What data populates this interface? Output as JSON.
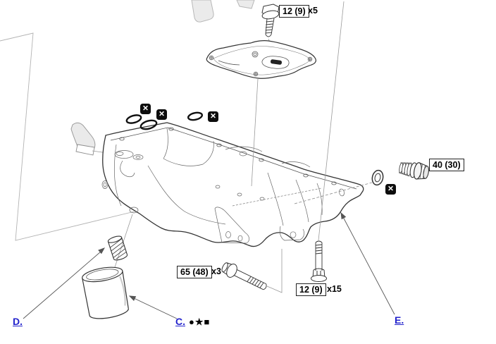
{
  "callouts": {
    "top_bolt": {
      "torque": "12 (9)",
      "qty": "x5"
    },
    "drain_plug": {
      "torque": "40 (30)",
      "qty": ""
    },
    "long_bolt": {
      "torque": "65 (48)",
      "qty": "x3"
    },
    "side_bolt": {
      "torque": "12 (9)",
      "qty": "x15"
    }
  },
  "links": {
    "d": "D.",
    "c": "C.",
    "e": "E."
  },
  "c_note_symbols": "●★■",
  "x_marker_glyph": "✕",
  "colors": {
    "link_blue": "#2323cc",
    "outline": "#333333",
    "thin_line": "#999999",
    "grayed_part": "#ebebeb",
    "marker_bg": "#0d0d0d"
  }
}
